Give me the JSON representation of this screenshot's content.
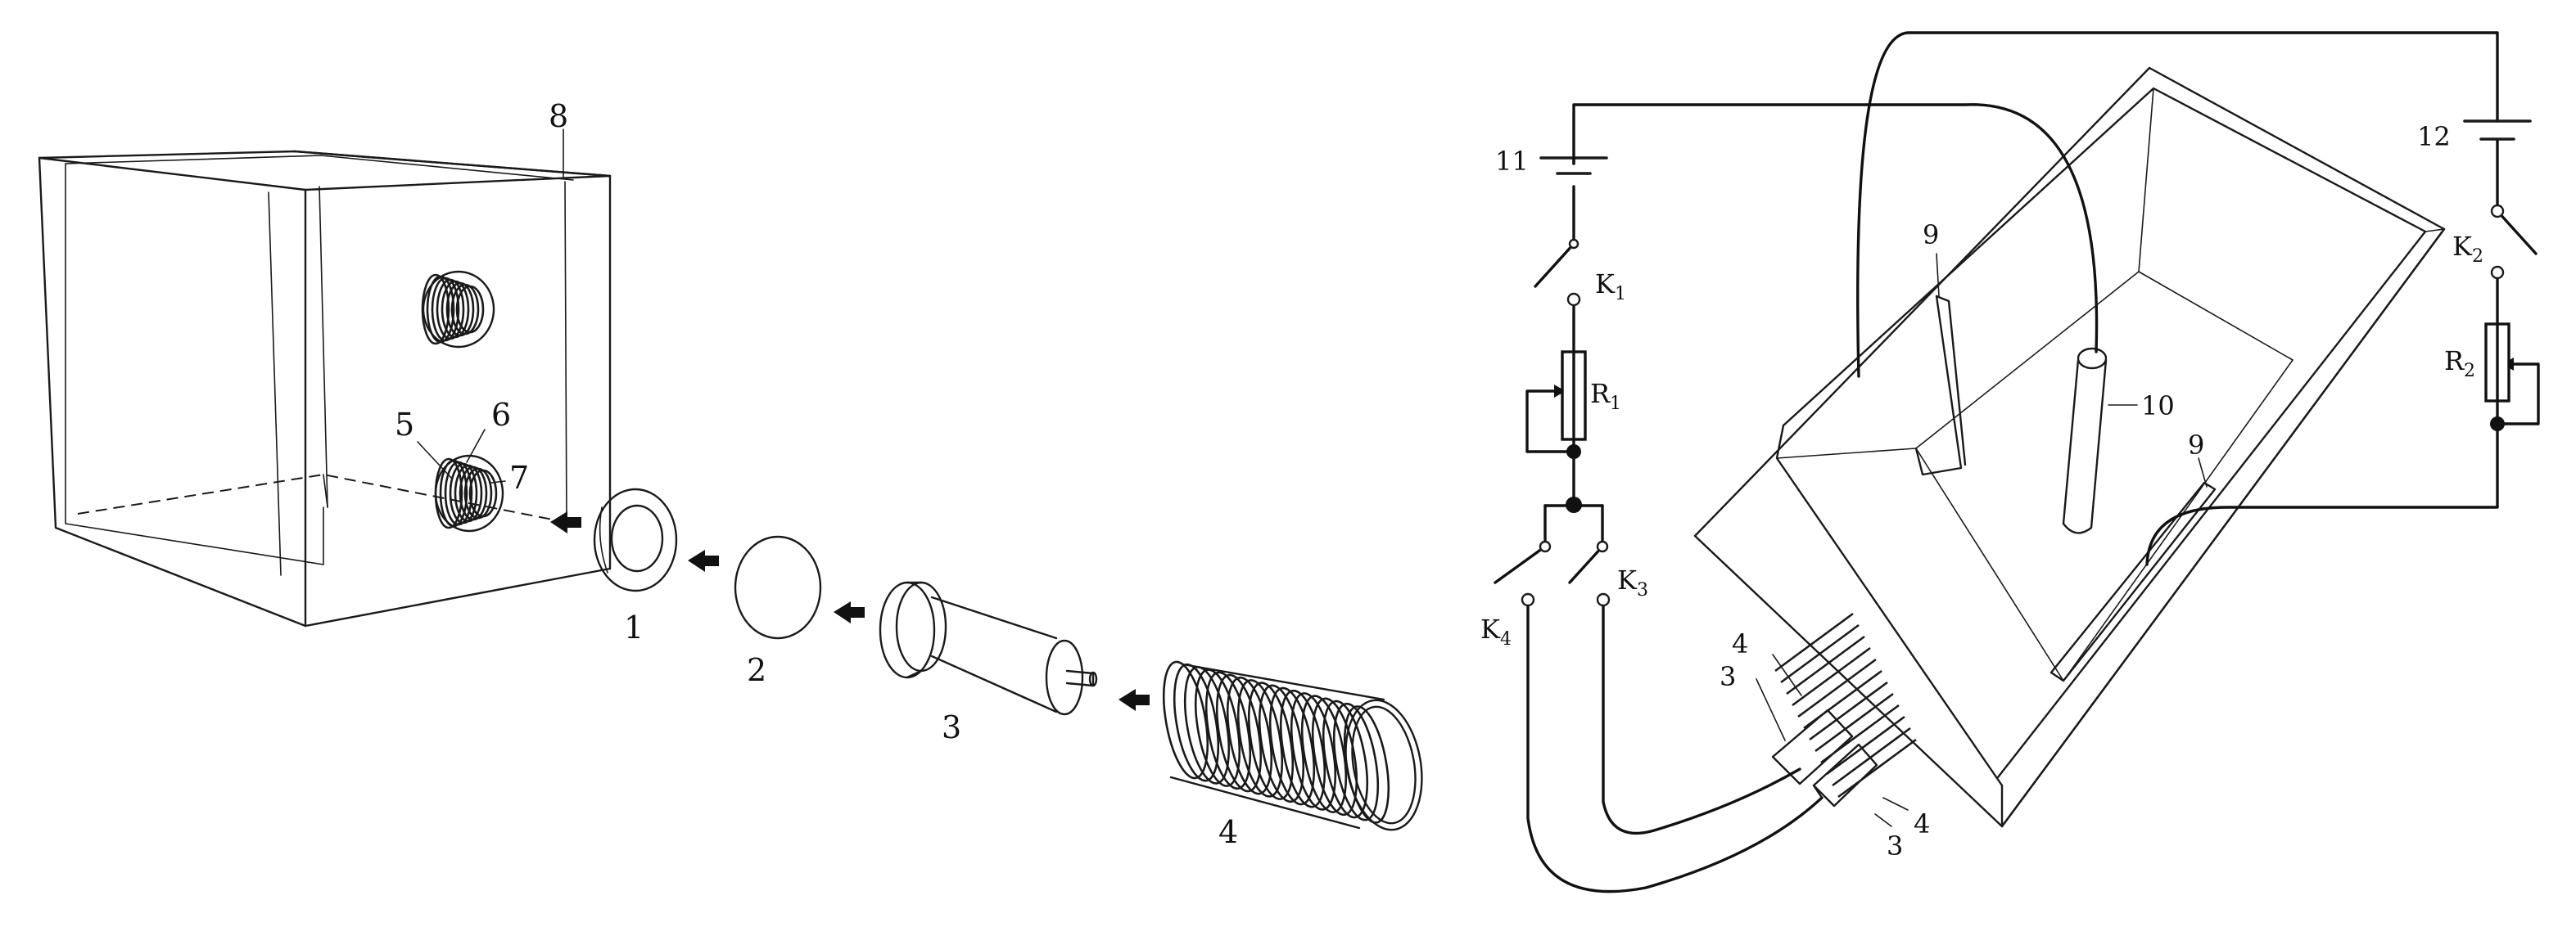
{
  "labels": {
    "ring": "1",
    "disc": "2",
    "plug": "3",
    "thread_tube": "4",
    "hole_part_5": "5",
    "hole_part_6": "6",
    "hole_part_7": "7",
    "box": "8",
    "electrode_left": "9",
    "electrode_right": "9",
    "center_rod": "10",
    "battery_left": "11",
    "battery_right": "12",
    "switch_k1": "K",
    "switch_k1_sub": "1",
    "switch_k2": "K",
    "switch_k2_sub": "2",
    "switch_k3": "K",
    "switch_k3_sub": "3",
    "switch_k4": "K",
    "switch_k4_sub": "4",
    "resistor_r1": "R",
    "resistor_r1_sub": "1",
    "resistor_r2": "R",
    "resistor_r2_sub": "2",
    "plug_top": "3",
    "tube_top": "4",
    "plug_bottom": "3",
    "tube_bottom": "4"
  }
}
